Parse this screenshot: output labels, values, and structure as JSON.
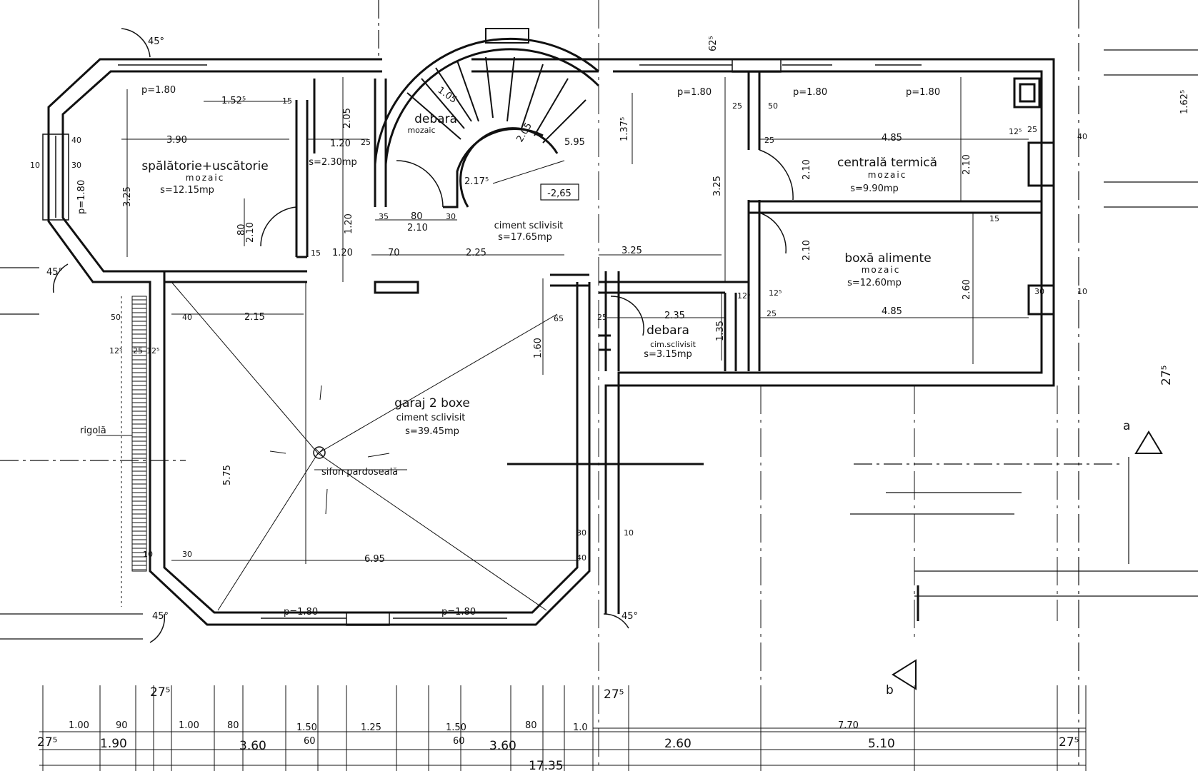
{
  "rooms": {
    "laundry": {
      "name": "spălătorie+uscătorie",
      "finish": "mozaic",
      "area": "s=12.15mp"
    },
    "storage_stair": {
      "name": "debara",
      "finish": "mozaic"
    },
    "small_room": {
      "area": "s=2.30mp"
    },
    "corridor": {
      "finish": "ciment sclivisit",
      "area": "s=17.65mp"
    },
    "garage": {
      "name": "garaj 2 boxe",
      "finish": "ciment sclivisit",
      "area": "s=39.45mp"
    },
    "boiler": {
      "name": "centrală termică",
      "finish": "mozaic",
      "area": "s=9.90mp"
    },
    "pantry": {
      "name": "boxă alimente",
      "finish": "mozaic",
      "area": "s=12.60mp"
    },
    "storage_small": {
      "name": "debara",
      "finish": "cim.sclivisit",
      "area": "s=3.15mp"
    }
  },
  "labels": {
    "level": "-2,65",
    "drain": "sifon pardoseală",
    "gutter": "rigolă",
    "section_a": "a",
    "section_b": "b",
    "angle": "45°"
  },
  "windows": {
    "p180": "p=1.80"
  },
  "dims": {
    "d390": "3.90",
    "d152": "1.52⁵",
    "d120": "1.20",
    "d325": "3.25",
    "d210": "2.10",
    "d80": "80",
    "d215": "2.15",
    "d225": "2.25",
    "d70": "70",
    "d35": "35",
    "d30": "30",
    "d217": "2.17⁵",
    "d595": "5.95",
    "d205": "2.05",
    "d105": "1.05",
    "d575": "5.75",
    "d695": "6.95",
    "d160": "1.60",
    "d65": "65",
    "d235": "2.35",
    "d135": "1.35",
    "d485": "4.85",
    "d260": "2.60",
    "d15": "15",
    "d137": "1.37⁵",
    "d62": "62⁵",
    "d50": "50",
    "d25": "25",
    "d40": "40",
    "d10": "10",
    "d125": "12⁵",
    "d275": "27⁵",
    "b100": "1.00",
    "b90": "90",
    "b150": "1.50",
    "b125": "1.25",
    "b60": "60",
    "b190": "1.90",
    "b360": "3.60",
    "b260": "2.60",
    "b510": "5.10",
    "b770": "7.70",
    "b1735": "17.35",
    "b10": "1.0",
    "r1625": "1.62⁵"
  }
}
